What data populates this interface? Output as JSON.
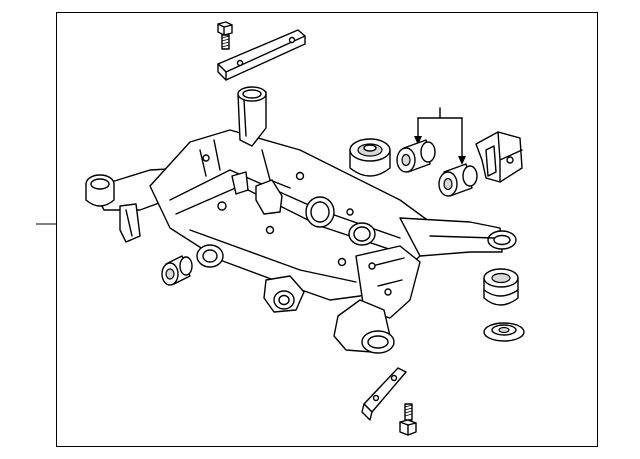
{
  "diagram": {
    "style": "black line-art exploded parts diagram",
    "colors": {
      "line": "#000000",
      "background": "#ffffff",
      "shade": "#d9d9d9"
    },
    "parts": [
      "crossmember-frame",
      "upper-bolt",
      "reinforcement-bracket",
      "front-bushing",
      "bushing-pair",
      "bushing-left",
      "bushing-right",
      "mount-bracket",
      "rear-bushing",
      "bushing-washer",
      "side-bushing",
      "lower-bracket",
      "lower-bolt"
    ]
  }
}
